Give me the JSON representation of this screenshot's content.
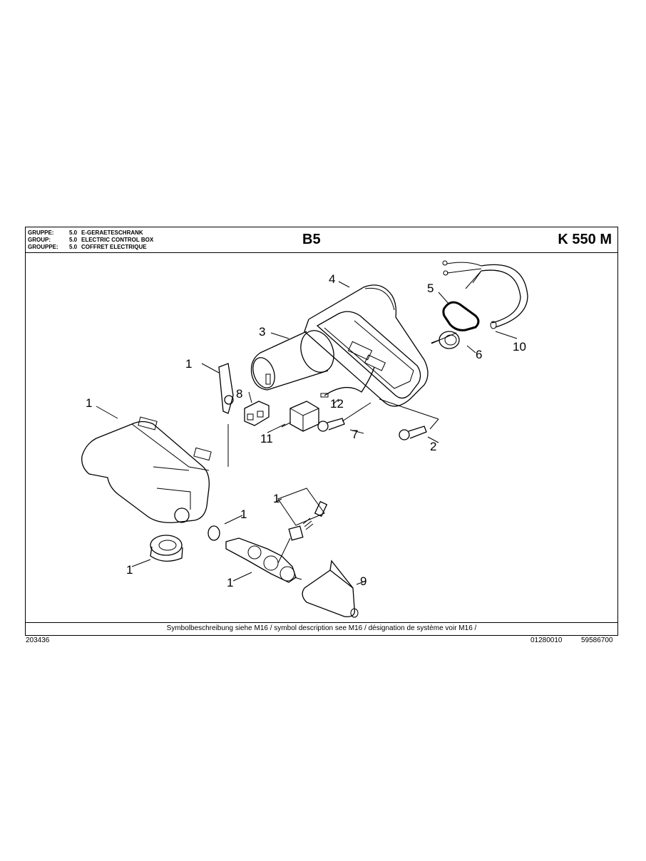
{
  "header": {
    "rows": [
      {
        "key": "GRUPPE:",
        "num": "5.0",
        "text": "E-GERAETESCHRANK"
      },
      {
        "key": "GROUP:",
        "num": "5.0",
        "text": "ELECTRIC CONTROL BOX"
      },
      {
        "key": "GROUPPE:",
        "num": "5.0",
        "text": "COFFRET ELECTRIQUE"
      }
    ],
    "code": "B5",
    "model": "K 550 M"
  },
  "footer": {
    "symbol_note": "Symbolbeschreibung siehe M16 / symbol description see M16 / désignation de système voir M16 /",
    "drawing_number": "203436",
    "ref_a": "01280010",
    "ref_b": "59586700"
  },
  "callouts": {
    "c1a": "1",
    "c1b": "1",
    "c1c": "1",
    "c1d": "1",
    "c1e": "1",
    "c1f": "1",
    "c2": "2",
    "c3": "3",
    "c4": "4",
    "c5": "5",
    "c6": "6",
    "c7": "7",
    "c8": "8",
    "c9": "9",
    "c10": "10",
    "c11": "11",
    "c12": "12"
  }
}
